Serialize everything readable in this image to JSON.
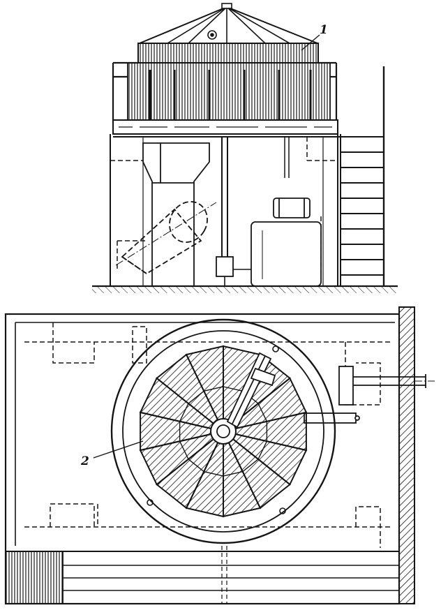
{
  "figure": {
    "callouts": [
      {
        "id": "1",
        "text": "1"
      },
      {
        "id": "2",
        "text": "2"
      }
    ],
    "colors": {
      "ink": "#151515",
      "paper": "#ffffff"
    },
    "views": [
      "elevation",
      "plan"
    ]
  }
}
